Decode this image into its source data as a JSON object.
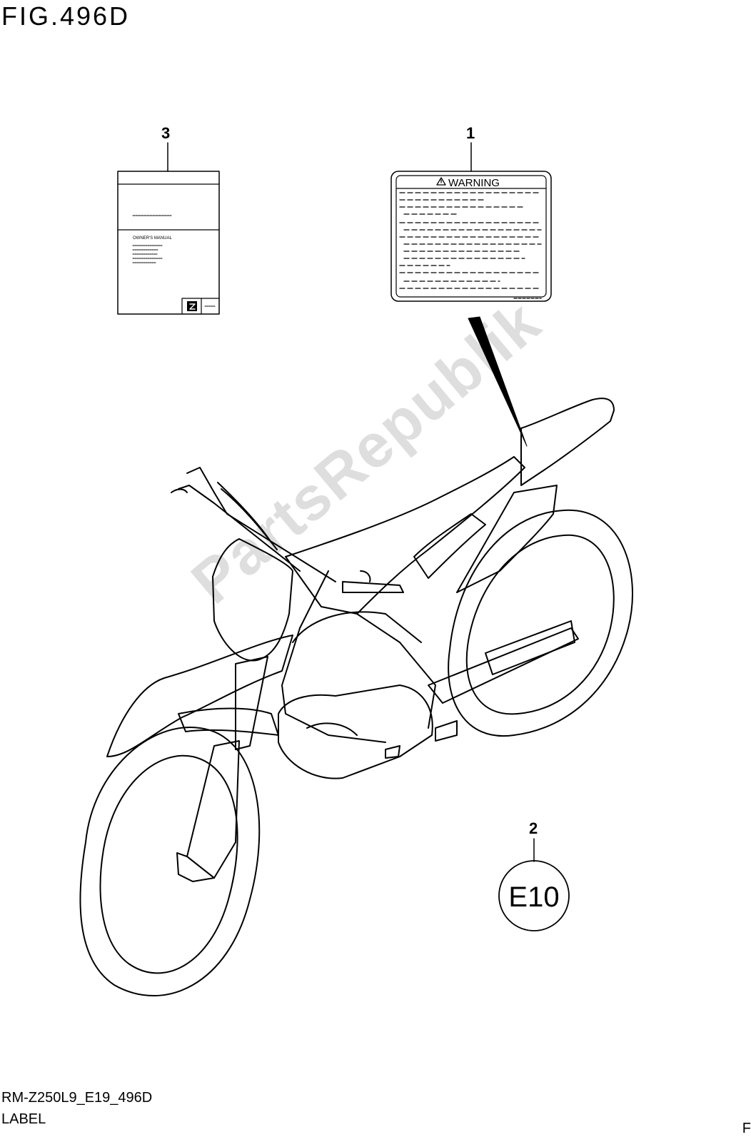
{
  "figure": {
    "title": "FIG.496D",
    "code": "RM-Z250L9_E19_496D",
    "name": "LABEL",
    "page_mark": "F"
  },
  "callouts": [
    {
      "number": "1",
      "item": "warning-label"
    },
    {
      "number": "2",
      "item": "e10-label"
    },
    {
      "number": "3",
      "item": "owners-manual"
    }
  ],
  "warning_label": {
    "heading": "WARNING"
  },
  "owners_manual": {
    "cover_text": "OWNER'S MANUAL"
  },
  "e10_label": {
    "text": "E10"
  },
  "watermark": {
    "text": "PartsRepublik"
  },
  "colors": {
    "ink": "#000000",
    "paper": "#ffffff"
  }
}
